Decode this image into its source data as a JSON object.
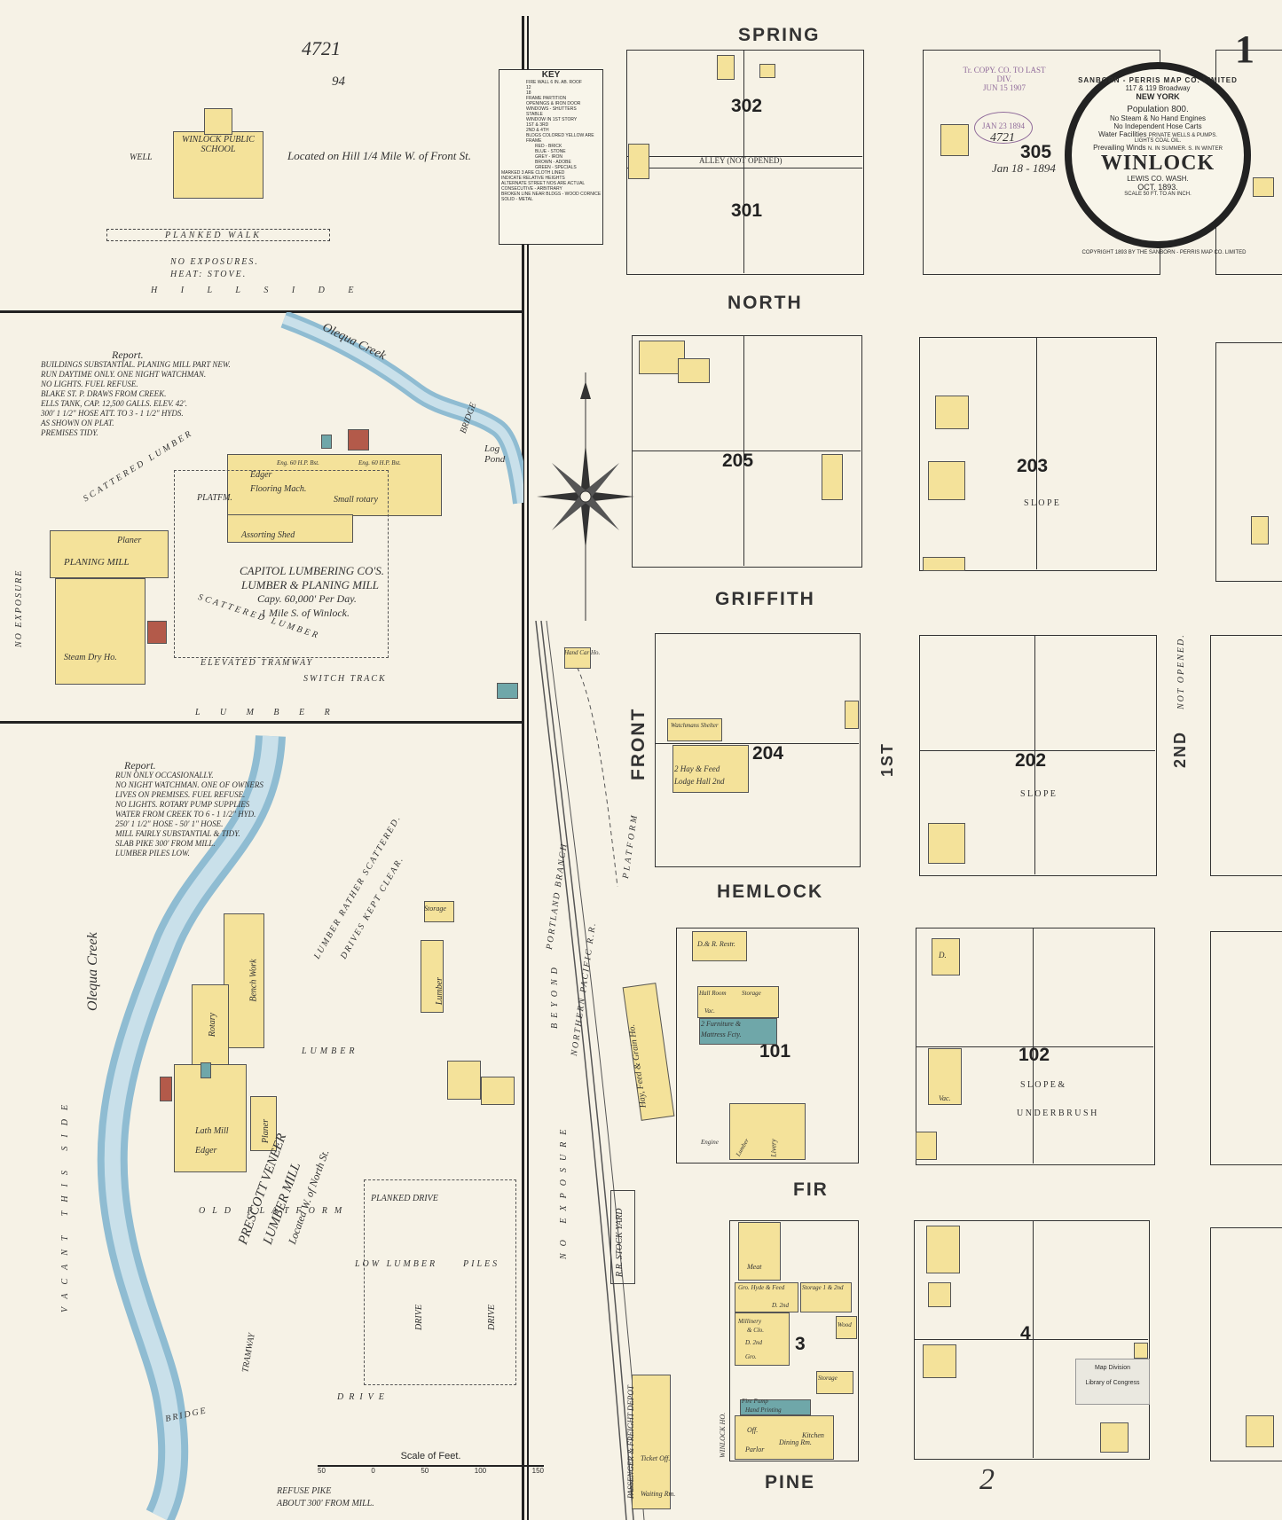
{
  "sheet_number": "1",
  "accession": {
    "number": "4721",
    "sub": "94"
  },
  "streets": {
    "spring": "SPRING",
    "north": "NORTH",
    "griffith": "GRIFFITH",
    "hemlock": "HEMLOCK",
    "fir": "FIR",
    "pine": "PINE",
    "front": "FRONT",
    "first": "1ST",
    "second": "2ND",
    "second_note": "NOT OPENED."
  },
  "blocks": [
    "302",
    "301",
    "305",
    "205",
    "203",
    "204",
    "202",
    "101",
    "102",
    "3",
    "4"
  ],
  "alley": "ALLEY (NOT OPENED)",
  "slope_labels": {
    "b203": "S L O P E",
    "b202": "S L O P E",
    "b102a": "S L O P E &",
    "b102b": "U N D E R B R U S H"
  },
  "title_seal": {
    "company": "SANBORN - PERRIS MAP CO. LIMITED",
    "address": "117 & 119 Broadway",
    "city": "NEW YORK",
    "population": "Population 800.",
    "engines": "No Steam & No Hand Engines",
    "hose": "No Independent Hose Carts",
    "water": "Water Facilities",
    "water_note": "PRIVATE WELLS & PUMPS.",
    "lights": "LIGHTS COAL OIL.",
    "winds": "Prevailing Winds",
    "winds_note": "N. IN SUMMER. S. IN WINTER",
    "town": "WINLOCK",
    "county": "LEWIS CO.",
    "state": "WASH.",
    "date": "OCT. 1893.",
    "scale": "SCALE 50 FT. TO AN INCH.",
    "copyright": "COPYRIGHT 1893 BY THE SANBORN - PERRIS MAP CO. LIMITED"
  },
  "stamps": {
    "transfer": "Tr. COPY. CO. TO LAST DIV.",
    "transfer_date": "JUN 15 1907",
    "received": "JAN 23 1894",
    "handwritten": "Jan 18 - 1894",
    "handwritten_no": "4721",
    "lib_a": "Map Division",
    "lib_b": "Library of Congress"
  },
  "key": {
    "title": "KEY",
    "rows": [
      "FIRE WALL 6 IN. AB. ROOF",
      "12",
      "18",
      "FRAME PARTITION",
      "OPENINGS & IRON DOOR",
      "WINDOWS - SHUTTERS",
      "STABLE",
      "WINDOW IN 1ST STORY",
      "1ST & 3RD",
      "2ND & 4TH"
    ],
    "colors": [
      "BLDGS COLORED YELLOW ARE FRAME",
      "RED - BRICK",
      "BLUE - STONE",
      "GREY - IRON",
      "BROWN - ADOBE",
      "GREEN - SPECIALS"
    ],
    "notes": [
      "MARKED 3 ARE CLOTH LINED",
      "INDICATE RELATIVE HEIGHTS",
      "ALTERNATE STREET NOS ARE ACTUAL",
      "CONSECUTIVE - ARBITRARY",
      "BROKEN LINE NEAR BLDGS - WOOD CORNICE",
      "SOLID - METAL"
    ]
  },
  "school": {
    "name": "WINLOCK PUBLIC SCHOOL",
    "location": "Located on Hill 1/4 Mile W. of Front St.",
    "walk": "PLANKED WALK",
    "exposure": "NO EXPOSURES.",
    "heat": "HEAT: STOVE.",
    "well": "WELL",
    "hillside": "H I L L S I D E"
  },
  "capitol": {
    "title1": "CAPITOL LUMBERING CO'S.",
    "title2": "LUMBER & PLANING MILL",
    "capacity": "Capy. 60,000' Per Day.",
    "location": "1 Mile S. of Winlock.",
    "report_title": "Report.",
    "report": [
      "BUILDINGS SUBSTANTIAL. PLANING MILL PART NEW.",
      "RUN DAYTIME ONLY. ONE NIGHT WATCHMAN.",
      "NO LIGHTS. FUEL REFUSE.",
      "BLAKE ST. P. DRAWS FROM CREEK.",
      "ELLS TANK, CAP. 12,500 GALLS. ELEV. 42'.",
      "300' 1 1/2\" HOSE ATT. TO 3 - 1 1/2\" HYDS.",
      "AS SHOWN ON PLAT.",
      "PREMISES TIDY."
    ],
    "labels": [
      "Edger",
      "Flooring Mach.",
      "Small rotary",
      "Assorting Shed",
      "Planer",
      "PLANING MILL",
      "Steam Dry Ho.",
      "Eng. 60 H.P. Bst.",
      "Eng. 60 H.P. Bst.",
      "PLATFM.",
      "SCATTERED LUMBER",
      "SCATTERED LUMBER",
      "ELEVATED TRAMWAY",
      "SWITCH TRACK",
      "NO EXPOSURE",
      "L U M B E R",
      "Log Pond",
      "Olequa Creek",
      "BRIDGE"
    ]
  },
  "prescott": {
    "title1": "PRESCOTT VENEER",
    "title2": "LUMBER MILL",
    "location": "Located W. of North St.",
    "report_title": "Report.",
    "report": [
      "RUN ONLY OCCASIONALLY.",
      "NO NIGHT WATCHMAN. ONE OF OWNERS",
      "LIVES ON PREMISES. FUEL REFUSE.",
      "NO LIGHTS. ROTARY PUMP SUPPLIES",
      "WATER FROM CREEK TO 6 - 1 1/2\" HYD.",
      "250' 1 1/2\" HOSE - 50' 1\" HOSE.",
      "MILL FAIRLY SUBSTANTIAL & TIDY.",
      "SLAB PIKE 300' FROM MILL.",
      "LUMBER PILES LOW."
    ],
    "labels": [
      "Rotary",
      "Bench Work",
      "Planer",
      "Lath Mill",
      "Edger",
      "Storage",
      "Lumber",
      "LUMBER RATHER SCATTERED.",
      "DRIVES KEPT CLEAR.",
      "LUMBER",
      "OLD PLATFORM",
      "PLANKED DRIVE",
      "LOW LUMBER",
      "PILES",
      "DRIVE",
      "DRIVE",
      "DRIVE",
      "TRAMWAY",
      "BRIDGE",
      "Olequa Creek",
      "VACANT THIS SIDE",
      "REFUSE PIKE",
      "ABOUT 300' FROM MILL."
    ]
  },
  "scale": {
    "title": "Scale of Feet.",
    "ticks": [
      "50",
      "0",
      "50",
      "100",
      "150"
    ]
  },
  "rail": {
    "northern_pacific": "NORTHERN PACIFIC R.R.",
    "portland": "PORTLAND BRANCH",
    "beyond": "BEYOND",
    "exposure": "NO EXPOSURE",
    "stock_yard": "R.R. STOCK YARD",
    "platform": "PLATFORM",
    "passenger": "PASSENGER & FREIGHT DEPOT",
    "ticket": "Ticket Off.",
    "waiting": "Waiting Rm.",
    "hay": "Hay, Feed & Grain Ho.",
    "hand_car": "Hand Car Ho."
  },
  "block_labels": {
    "b204": [
      "Watchmans Shelter",
      "2 Hay & Feed",
      "Lodge Hall 2nd"
    ],
    "b101": [
      "D.& R. Restr.",
      "Hall Room",
      "Storage",
      "Vac.",
      "2 Furniture &",
      "Mattress Fcty.",
      "Engine",
      "Lumber",
      "Livery"
    ],
    "b3": [
      "Meat",
      "Gro. Hyde & Feed",
      "Storage 1 & 2nd",
      "D. 2nd",
      "Millinery",
      "& Clo.",
      "D. 2nd",
      "Gro.",
      "Storage",
      "Wood",
      "Fire Pump",
      "Hand Printing",
      "Off.",
      "Parlor",
      "Dining Rm.",
      "Kitchen",
      "WINLOCK HO."
    ],
    "b102": [
      "D.",
      "Vac."
    ]
  },
  "bottom_number": "2"
}
